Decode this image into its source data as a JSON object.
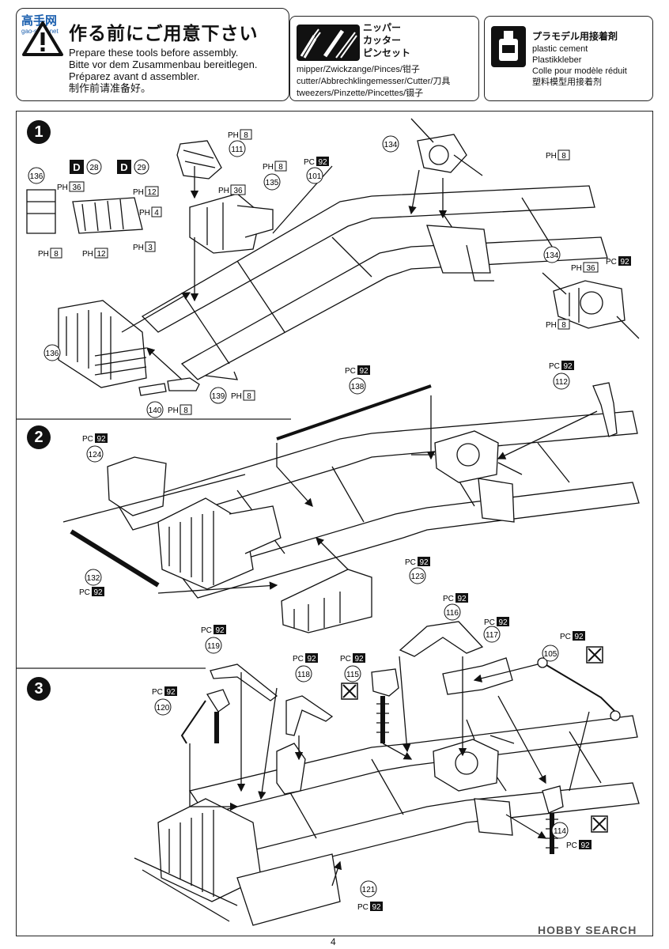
{
  "header": {
    "watermark": "高手网",
    "watermark_sub": "gao-shou.net",
    "title": "作る前にご用意下さい",
    "lines": [
      "Prepare these tools before assembly.",
      "Bitte vor dem Zusammenbau bereitlegen.",
      "Préparez avant d assembler.",
      "制作前请准备好。"
    ]
  },
  "tools": {
    "jp": [
      "ニッパー",
      "カッター",
      "ピンセット"
    ],
    "lines": [
      "mipper/Zwickzange/Pinces/钳子",
      "cutter/Abbrechklingemesser/Cutter/刀具",
      "tweezers/Pinzette/Pincettes/镊子"
    ]
  },
  "cement": {
    "jp": "プラモデル用接着剤",
    "lines": [
      "plastic cement",
      "Plastikkleber",
      "Colle pour modèle réduit",
      "塑料模型用接着剂"
    ]
  },
  "steps": [
    "1",
    "2",
    "3"
  ],
  "parts": {
    "p136a": "136",
    "p136b": "136",
    "p111": "111",
    "p135": "135",
    "p101": "101",
    "p134a": "134",
    "p134b": "134",
    "p139": "139",
    "p140": "140",
    "p138": "138",
    "p112": "112",
    "p124": "124",
    "p132": "132",
    "p123": "123",
    "p116": "116",
    "p117": "117",
    "p105": "105",
    "p119": "119",
    "p118": "118",
    "p115": "115",
    "p120": "120",
    "p121": "121",
    "p114": "114",
    "d28": "28",
    "d29": "29"
  },
  "labels": {
    "pc": "PC",
    "ph": "PH",
    "d": "D",
    "n92": "92",
    "n8": "8",
    "n36": "36",
    "n12": "12",
    "n4": "4",
    "n3": "3"
  },
  "footer": {
    "page": "4",
    "brand": "HOBBY SEARCH"
  }
}
